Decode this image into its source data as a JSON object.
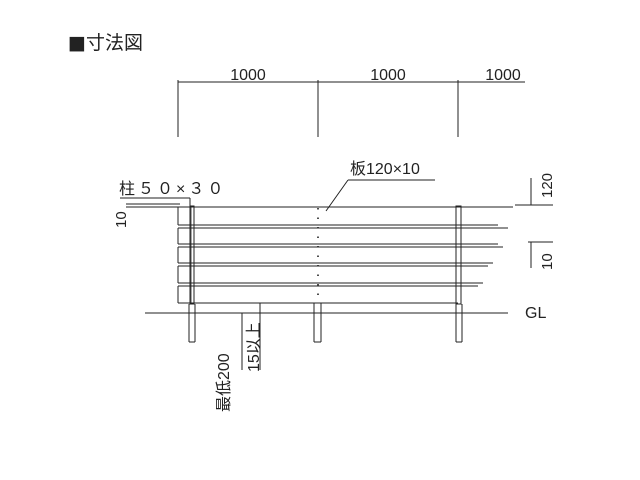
{
  "title": "■寸法図",
  "span_labels": [
    "1000",
    "1000",
    "1000"
  ],
  "post_label": "柱５０×３０",
  "board_label": "板120×10",
  "board_height_label": "120",
  "board_gap_label": "10",
  "top_gap_label": "10",
  "ground_label": "GL",
  "embed_min_label": "最低200",
  "clearance_label": "15以上",
  "colors": {
    "line": "#222222",
    "background": "#ffffff"
  }
}
